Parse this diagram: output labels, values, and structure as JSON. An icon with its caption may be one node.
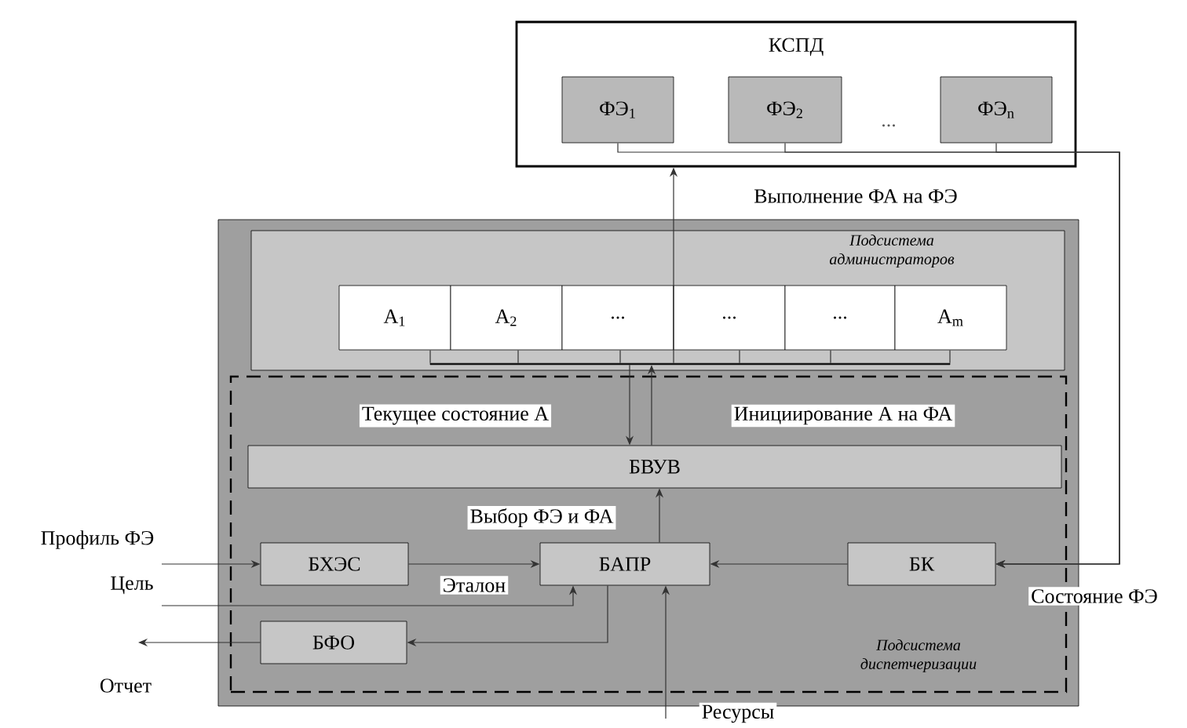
{
  "diagram": {
    "nodes": [
      {
        "text": [
          "КСПД"
        ]
      },
      {
        "text": [
          "ФЭ$_{1}$"
        ],
        "in": 0
      },
      {
        "text": [
          "ФЭ$_{2}$"
        ],
        "in": 0
      },
      {
        "text": [
          "ФЭ$_{n}$"
        ],
        "in": 0
      },
      {
        "text": [],
        "shape": "box"
      },
      {
        "text": [
          "Подсистема администраторов"
        ],
        "in": 4
      },
      {
        "text": [
          "А$_{1}$"
        ],
        "in": 5
      },
      {
        "text": [
          "А$_{2}$"
        ],
        "in": 5
      },
      {
        "text": [
          "..."
        ],
        "in": 5
      },
      {
        "text": [
          "..."
        ],
        "in": 5
      },
      {
        "text": [
          "..."
        ],
        "in": 5
      },
      {
        "text": [
          "А$_{m}$"
        ],
        "in": 5
      },
      {
        "text": [
          "Подсистема диспетчеризации"
        ],
        "in": 4
      },
      {
        "text": [
          "БВУВ"
        ],
        "in": 12
      },
      {
        "text": [
          "БХЭС"
        ],
        "in": 12
      },
      {
        "text": [
          "БАПР"
        ],
        "in": 12
      },
      {
        "text": [
          "БК"
        ],
        "in": 12
      },
      {
        "text": [
          "БФО"
        ],
        "in": 12
      },
      {
        "text": [],
        "shape": "bar",
        "in": 5
      }
    ],
    "edges": [
      {
        "from": 18,
        "to": 0,
        "arrow": "to",
        "label": "Выполнение ФА на ФЭ"
      },
      {
        "from": 18,
        "to": 13,
        "arrow": "to",
        "label": "Текущее состояние А"
      },
      {
        "from": 13,
        "to": 18,
        "arrow": "to",
        "label": "Инициирование А на ФА"
      },
      {
        "from": 15,
        "to": 13,
        "arrow": "to",
        "label": "Выбор ФЭ и ФА"
      },
      {
        "from": 14,
        "to": 15,
        "arrow": "to",
        "label": "Эталон"
      },
      {
        "from": 16,
        "to": 15,
        "arrow": "to"
      },
      {
        "from": 15,
        "to": 17,
        "arrow": "to"
      },
      {
        "from": null,
        "to": 14,
        "arrow": "to",
        "label": "Профиль ФЭ"
      },
      {
        "from": null,
        "to": 15,
        "arrow": "to",
        "label": "Цель"
      },
      {
        "from": 17,
        "to": null,
        "arrow": "to",
        "label": "Отчет"
      },
      {
        "from": null,
        "to": 15,
        "arrow": "to",
        "label": "Ресурсы"
      },
      {
        "from": 1,
        "to": 16,
        "arrow": "to"
      },
      {
        "from": 2,
        "to": 16,
        "arrow": "to"
      },
      {
        "from": 3,
        "to": 16,
        "arrow": "to",
        "label": "Состояние ФЭ"
      },
      {
        "from": 6,
        "to": 18,
        "arrow": "none"
      },
      {
        "from": 7,
        "to": 18,
        "arrow": "none"
      },
      {
        "from": 8,
        "to": 18,
        "arrow": "none"
      },
      {
        "from": 9,
        "to": 18,
        "arrow": "none"
      },
      {
        "from": 10,
        "to": 18,
        "arrow": "none"
      },
      {
        "from": 11,
        "to": 18,
        "arrow": "none"
      }
    ],
    "labels": [
      "..."
    ]
  }
}
